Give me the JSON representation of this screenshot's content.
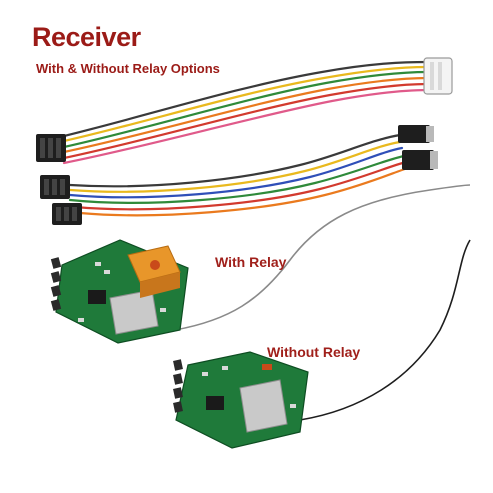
{
  "header": {
    "title": "Receiver",
    "subtitle": "With & Without Relay Options"
  },
  "labels": {
    "with_relay": "With Relay",
    "without_relay": "Without Relay"
  },
  "colors": {
    "text_accent": "#9b1b17",
    "pcb_green": "#1f7a3a",
    "relay_orange": "#e8962a",
    "wire_colors": [
      "#d23a2e",
      "#e9b91e",
      "#2f8a3a",
      "#2f4fb8",
      "#ea7a1e",
      "#e05a8a",
      "#ffffff"
    ]
  }
}
